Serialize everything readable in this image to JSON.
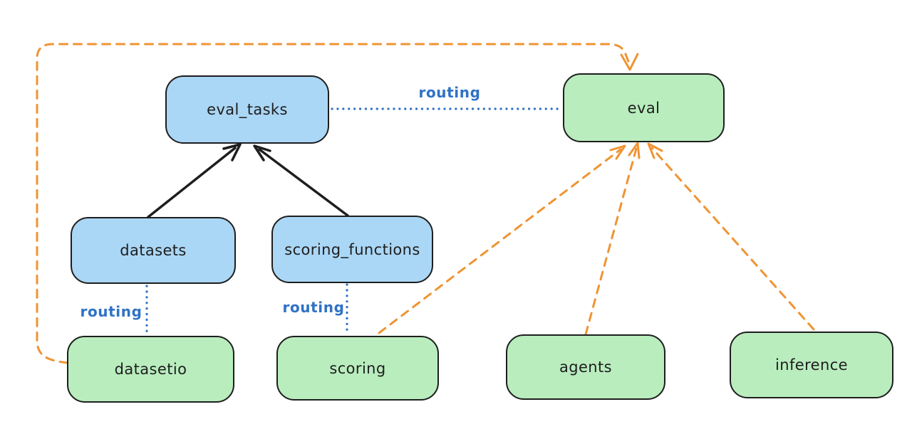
{
  "diagram": {
    "colors": {
      "blue_fill": "#abd7f6",
      "green_fill": "#b9edbe",
      "stroke": "#1e1e1e",
      "orange": "#ef9433",
      "blue": "#2f72c5",
      "background": "#ffffff"
    },
    "nodes": {
      "eval_tasks": {
        "label": "eval_tasks",
        "kind": "resource-blue"
      },
      "eval": {
        "label": "eval",
        "kind": "api-green"
      },
      "datasets": {
        "label": "datasets",
        "kind": "resource-blue"
      },
      "scoring_functions": {
        "label": "scoring_functions",
        "kind": "resource-blue"
      },
      "datasetio": {
        "label": "datasetio",
        "kind": "api-green"
      },
      "scoring": {
        "label": "scoring",
        "kind": "api-green"
      },
      "agents": {
        "label": "agents",
        "kind": "api-green"
      },
      "inference": {
        "label": "inference",
        "kind": "api-green"
      }
    },
    "edge_labels": {
      "eval_tasks_eval": "routing",
      "datasets_datasetio": "routing",
      "scoring_functions_scoring": "routing"
    },
    "edges": [
      {
        "from": "datasets",
        "to": "eval_tasks",
        "style": "solid-black-arrow"
      },
      {
        "from": "scoring_functions",
        "to": "eval_tasks",
        "style": "solid-black-arrow"
      },
      {
        "from": "eval_tasks",
        "to": "eval",
        "style": "dotted-blue",
        "label": "routing"
      },
      {
        "from": "datasets",
        "to": "datasetio",
        "style": "dotted-blue",
        "label": "routing"
      },
      {
        "from": "scoring_functions",
        "to": "scoring",
        "style": "dotted-blue",
        "label": "routing"
      },
      {
        "from": "datasetio",
        "to": "eval",
        "style": "dashed-orange-arrow"
      },
      {
        "from": "scoring",
        "to": "eval",
        "style": "dashed-orange-arrow"
      },
      {
        "from": "agents",
        "to": "eval",
        "style": "dashed-orange-arrow"
      },
      {
        "from": "inference",
        "to": "eval",
        "style": "dashed-orange-arrow"
      }
    ]
  }
}
